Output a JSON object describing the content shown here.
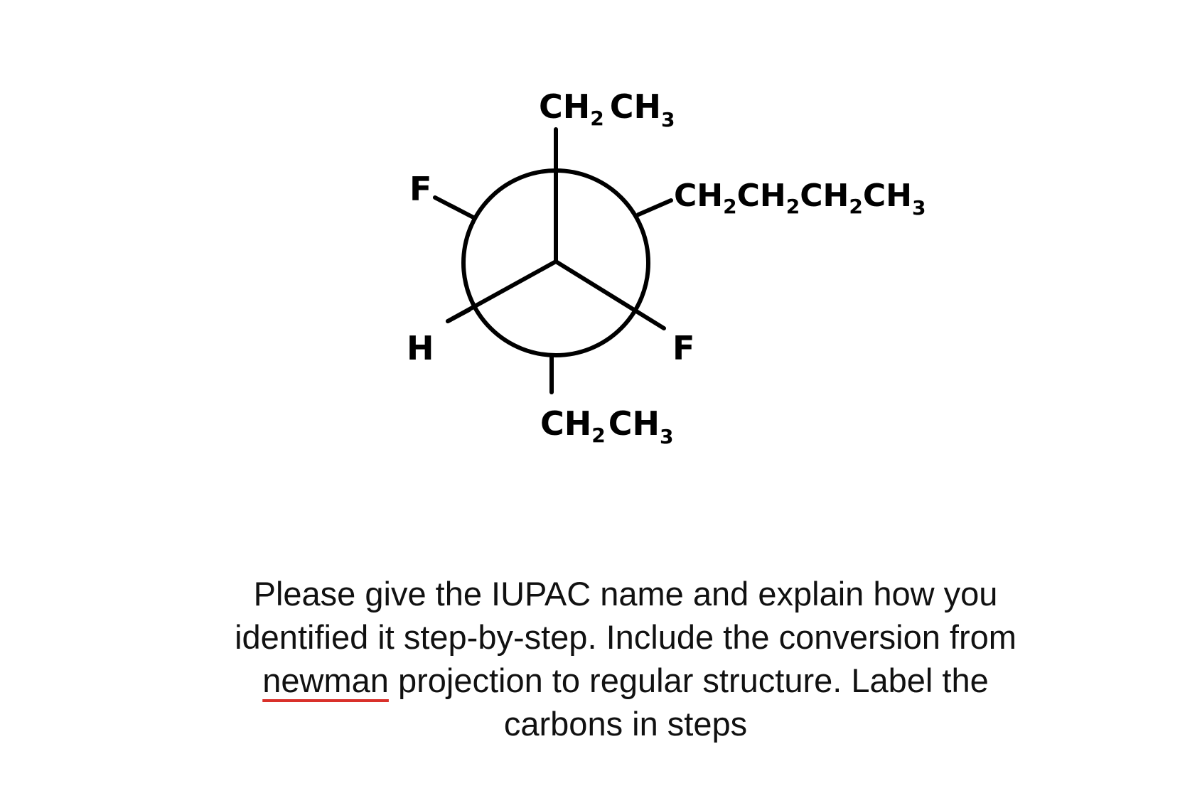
{
  "diagram": {
    "front_top": {
      "main": "CH",
      "sub1": "2",
      "mid": "CH",
      "sub2": "3"
    },
    "front_left": {
      "main": "H"
    },
    "front_right": {
      "main": "F"
    },
    "back_left": {
      "main": "F"
    },
    "back_right": {
      "g1": "CH",
      "s1": "2",
      "g2": "CH",
      "s2": "2",
      "g3": "CH",
      "s3": "2",
      "g4": "CH",
      "s4": "3"
    },
    "back_bottom": {
      "main": "CH",
      "sub1": "2",
      "mid": "CH",
      "sub2": "3"
    }
  },
  "prompt": {
    "part1": "Please give the IUPAC name and explain how you identified it step-by-step. Include the conversion from ",
    "misspelled": "newman",
    "part2": " projection to regular structure. Label the carbons in steps"
  },
  "colors": {
    "ink": "#000000",
    "spellcheck": "#d9302a"
  }
}
